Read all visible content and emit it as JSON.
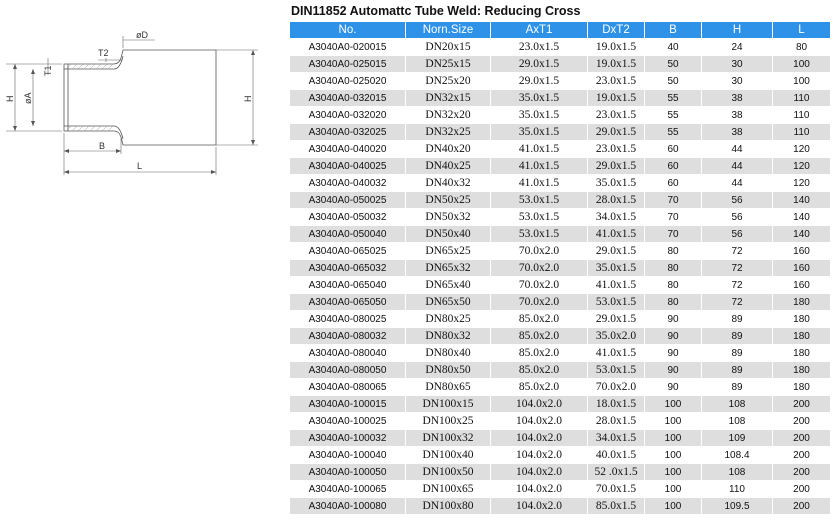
{
  "title": "DIN11852 Automattc Tube Weld: Reducing Cross",
  "drawing": {
    "labels": {
      "t2": "T2",
      "od": "øD",
      "t1": "T1",
      "h_left": "H",
      "a": "øA",
      "h_right": "H",
      "b": "B",
      "l": "L"
    }
  },
  "table": {
    "columns": [
      "No.",
      "Norn.Size",
      "AxT1",
      "DxT2",
      "B",
      "H",
      "L"
    ],
    "rows": [
      [
        "A3040A0-020015",
        "DN20x15",
        "23.0x1.5",
        "19.0x1.5",
        "40",
        "24",
        "80"
      ],
      [
        "A3040A0-025015",
        "DN25x15",
        "29.0x1.5",
        "19.0x1.5",
        "50",
        "30",
        "100"
      ],
      [
        "A3040A0-025020",
        "DN25x20",
        "29.0x1.5",
        "23.0x1.5",
        "50",
        "30",
        "100"
      ],
      [
        "A3040A0-032015",
        "DN32x15",
        "35.0x1.5",
        "19.0x1.5",
        "55",
        "38",
        "110"
      ],
      [
        "A3040A0-032020",
        "DN32x20",
        "35.0x1.5",
        "23.0x1.5",
        "55",
        "38",
        "110"
      ],
      [
        "A3040A0-032025",
        "DN32x25",
        "35.0x1.5",
        "29.0x1.5",
        "55",
        "38",
        "110"
      ],
      [
        "A3040A0-040020",
        "DN40x20",
        "41.0x1.5",
        "23.0x1.5",
        "60",
        "44",
        "120"
      ],
      [
        "A3040A0-040025",
        "DN40x25",
        "41.0x1.5",
        "29.0x1.5",
        "60",
        "44",
        "120"
      ],
      [
        "A3040A0-040032",
        "DN40x32",
        "41.0x1.5",
        "35.0x1.5",
        "60",
        "44",
        "120"
      ],
      [
        "A3040A0-050025",
        "DN50x25",
        "53.0x1.5",
        "28.0x1.5",
        "70",
        "56",
        "140"
      ],
      [
        "A3040A0-050032",
        "DN50x32",
        "53.0x1.5",
        "34.0x1.5",
        "70",
        "56",
        "140"
      ],
      [
        "A3040A0-050040",
        "DN50x40",
        "53.0x1.5",
        "41.0x1.5",
        "70",
        "56",
        "140"
      ],
      [
        "A3040A0-065025",
        "DN65x25",
        "70.0x2.0",
        "29.0x1.5",
        "80",
        "72",
        "160"
      ],
      [
        "A3040A0-065032",
        "DN65x32",
        "70.0x2.0",
        "35.0x1.5",
        "80",
        "72",
        "160"
      ],
      [
        "A3040A0-065040",
        "DN65x40",
        "70.0x2.0",
        "41.0x1.5",
        "80",
        "72",
        "160"
      ],
      [
        "A3040A0-065050",
        "DN65x50",
        "70.0x2.0",
        "53.0x1.5",
        "80",
        "72",
        "180"
      ],
      [
        "A3040A0-080025",
        "DN80x25",
        "85.0x2.0",
        "29.0x1.5",
        "90",
        "89",
        "180"
      ],
      [
        "A3040A0-080032",
        "DN80x32",
        "85.0x2.0",
        "35.0x2.0",
        "90",
        "89",
        "180"
      ],
      [
        "A3040A0-080040",
        "DN80x40",
        "85.0x2.0",
        "41.0x1.5",
        "90",
        "89",
        "180"
      ],
      [
        "A3040A0-080050",
        "DN80x50",
        "85.0x2.0",
        "53.0x1.5",
        "90",
        "89",
        "180"
      ],
      [
        "A3040A0-080065",
        "DN80x65",
        "85.0x2.0",
        "70.0x2.0",
        "90",
        "89",
        "180"
      ],
      [
        "A3040A0-100015",
        "DN100x15",
        "104.0x2.0",
        "18.0x1.5",
        "100",
        "108",
        "200"
      ],
      [
        "A3040A0-100025",
        "DN100x25",
        "104.0x2.0",
        "28.0x1.5",
        "100",
        "108",
        "200"
      ],
      [
        "A3040A0-100032",
        "DN100x32",
        "104.0x2.0",
        "34.0x1.5",
        "100",
        "109",
        "200"
      ],
      [
        "A3040A0-100040",
        "DN100x40",
        "104.0x2.0",
        "40.0x1.5",
        "100",
        "108.4",
        "200"
      ],
      [
        "A3040A0-100050",
        "DN100x50",
        "104.0x2.0",
        "52 .0x1.5",
        "100",
        "108",
        "200"
      ],
      [
        "A3040A0-100065",
        "DN100x65",
        "104.0x2.0",
        "70.0x1.5",
        "100",
        "110",
        "200"
      ],
      [
        "A3040A0-100080",
        "DN100x80",
        "104.0x2.0",
        "85.0x1.5",
        "100",
        "109.5",
        "200"
      ]
    ]
  }
}
